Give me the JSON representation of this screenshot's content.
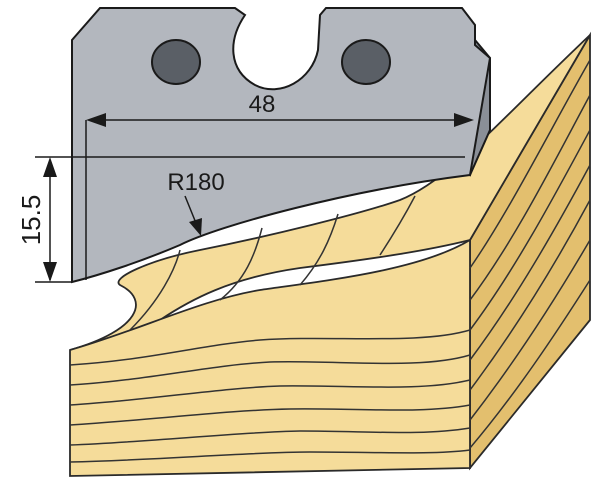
{
  "dimensions": {
    "width_label": "48",
    "height_label": "15.5",
    "radius_label": "R180"
  },
  "colors": {
    "blade": "#b3b7be",
    "blade_edge": "#8a8f97",
    "wood_face": "#f5dc9a",
    "wood_side": "#e3bf6e"
  }
}
